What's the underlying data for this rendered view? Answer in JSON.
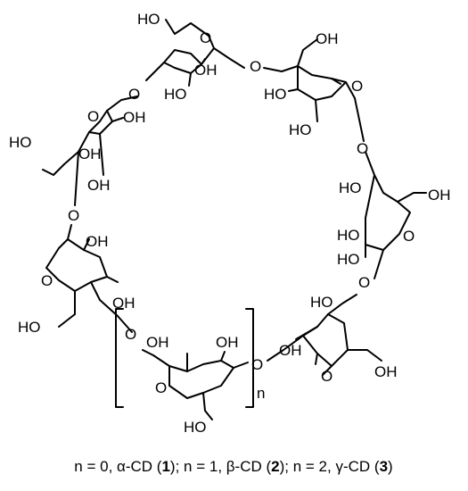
{
  "structure": {
    "labels": [
      {
        "id": "oh-1",
        "text": "HO"
      },
      {
        "id": "o-ring-1",
        "text": "O"
      },
      {
        "id": "o-link-1",
        "text": "O"
      },
      {
        "id": "oh-2",
        "text": "OH"
      },
      {
        "id": "oh-3",
        "text": "HO"
      },
      {
        "id": "oh-4",
        "text": "OH"
      },
      {
        "id": "o-link-2",
        "text": "O"
      },
      {
        "id": "oh-5",
        "text": "HO"
      },
      {
        "id": "o-ring-2",
        "text": "O"
      },
      {
        "id": "oh-6",
        "text": "HO"
      },
      {
        "id": "o-link-3",
        "text": "O"
      },
      {
        "id": "o-ring-3",
        "text": "O"
      },
      {
        "id": "oh-7",
        "text": "OH"
      },
      {
        "id": "oh-8",
        "text": "HO"
      },
      {
        "id": "oh-9",
        "text": "OH"
      },
      {
        "id": "oh-10",
        "text": "HO"
      },
      {
        "id": "o-ring-4",
        "text": "O"
      },
      {
        "id": "o-link-4",
        "text": "O"
      },
      {
        "id": "oh-11",
        "text": "HO"
      },
      {
        "id": "oh-12",
        "text": "OH"
      },
      {
        "id": "o-ring-5",
        "text": "O"
      },
      {
        "id": "o-link-5",
        "text": "O"
      },
      {
        "id": "oh-13",
        "text": "HO"
      },
      {
        "id": "oh-14",
        "text": "OH"
      },
      {
        "id": "oh-15",
        "text": "HO"
      },
      {
        "id": "o-ring-6",
        "text": "O"
      },
      {
        "id": "oh-16",
        "text": "OH"
      },
      {
        "id": "o-link-6",
        "text": "O"
      },
      {
        "id": "oh-17",
        "text": "OH"
      },
      {
        "id": "oh-18",
        "text": "OH"
      },
      {
        "id": "oh-19",
        "text": "OH"
      },
      {
        "id": "o-link-7",
        "text": "O"
      },
      {
        "id": "o-ring-7",
        "text": "O"
      },
      {
        "id": "oh-20",
        "text": "HO"
      },
      {
        "id": "repeat-n",
        "text": "n"
      }
    ]
  },
  "caption": {
    "p1": "n = 0, ",
    "g1": "α",
    "p2": "-CD (",
    "b1": "1",
    "p3": ");  n = 1, ",
    "g2": "β",
    "p4": "-CD (",
    "b2": "2",
    "p5": ");  n = 2, ",
    "g3": "γ",
    "p6": "-CD (",
    "b3": "3",
    "p7": ")"
  }
}
